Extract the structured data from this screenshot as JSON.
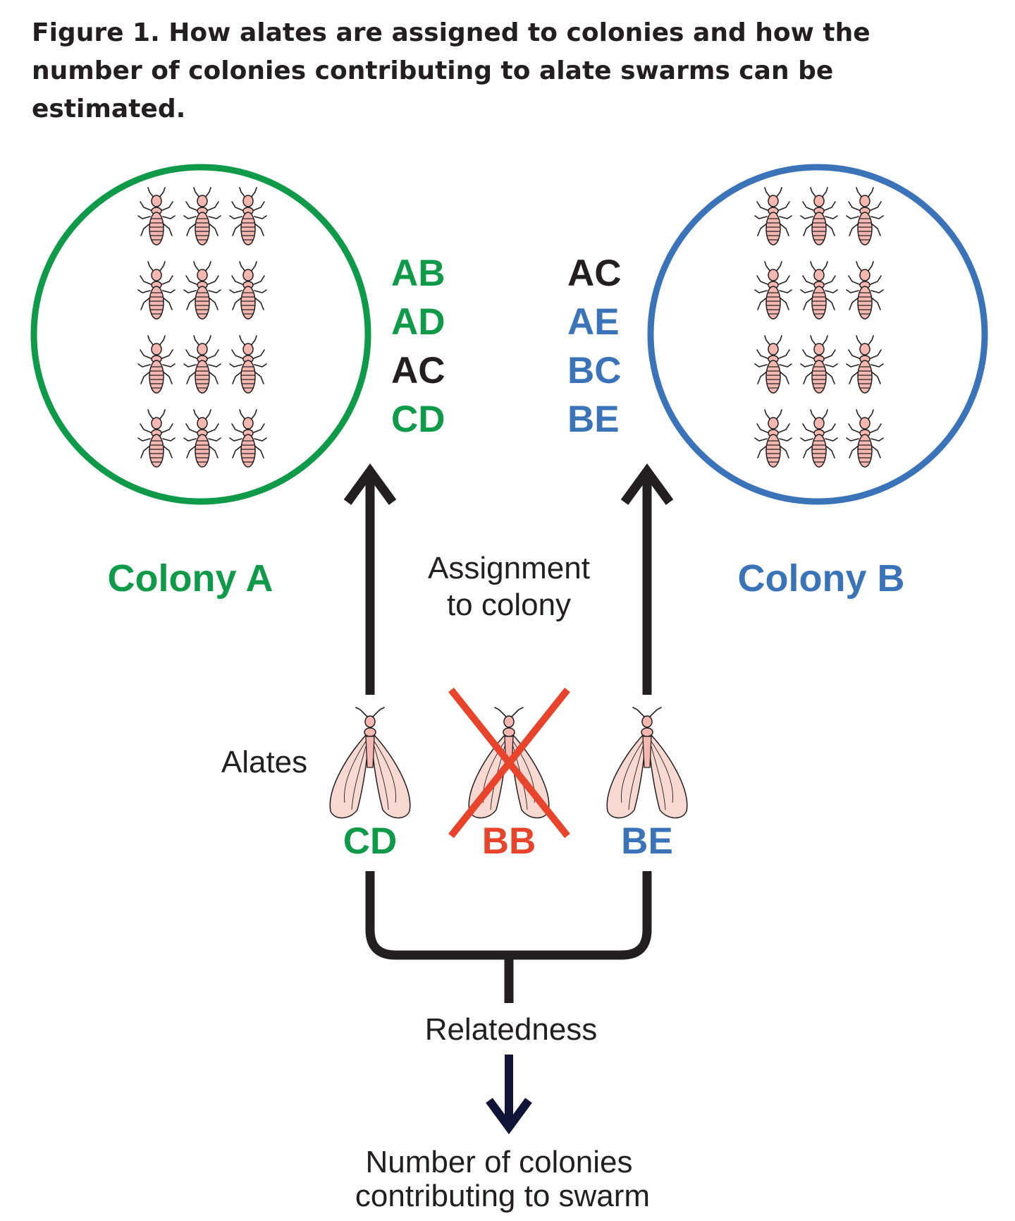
{
  "title": {
    "line1": "Figure 1. How alates are assigned to colonies and how the",
    "line2": "number of colonies contributing to alate swarms can be",
    "line3": "estimated."
  },
  "colors": {
    "green": "#0e9a48",
    "blue": "#3b73b9",
    "red": "#e8432b",
    "black": "#231f20",
    "navy": "#101437",
    "insect_fill": "#f4b8b0",
    "wing_fill": "#f8d9d2"
  },
  "colony_a": {
    "label": "Colony A",
    "genotypes": [
      "AB",
      "AD",
      "AC",
      "CD"
    ]
  },
  "colony_b": {
    "label": "Colony B",
    "genotypes": [
      "AC",
      "AE",
      "BC",
      "BE"
    ]
  },
  "assignment_label": {
    "line1": "Assignment",
    "line2": "to colony"
  },
  "alates": {
    "label": "Alates",
    "items": [
      {
        "genotype": "CD",
        "status": "assigned to Colony A"
      },
      {
        "genotype": "BB",
        "status": "excluded"
      },
      {
        "genotype": "BE",
        "status": "assigned to Colony B"
      }
    ]
  },
  "relatedness_label": "Relatedness",
  "result_label": {
    "line1": "Number of colonies",
    "line2": "contributing to swarm"
  },
  "icons": [
    "worker-termite-icon",
    "alate-termite-icon",
    "cross-mark-icon",
    "arrow-up-icon",
    "arrow-down-icon"
  ]
}
